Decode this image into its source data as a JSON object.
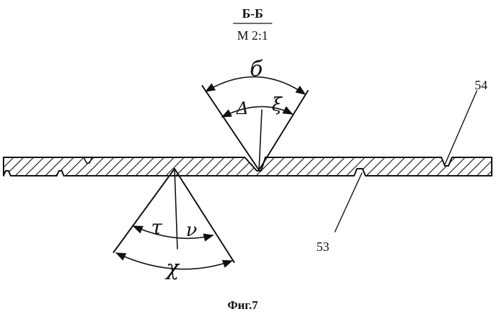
{
  "section": {
    "name": "Б-Б",
    "scale": "М 2:1"
  },
  "caption": "Фиг.7",
  "callouts": {
    "upper_ref": "54",
    "lower_ref": "53"
  },
  "angles": {
    "upper_total": "б",
    "upper_left": "Δ",
    "upper_right": "ξ",
    "lower_total": "χ",
    "lower_left": "τ",
    "lower_right": "ν"
  }
}
